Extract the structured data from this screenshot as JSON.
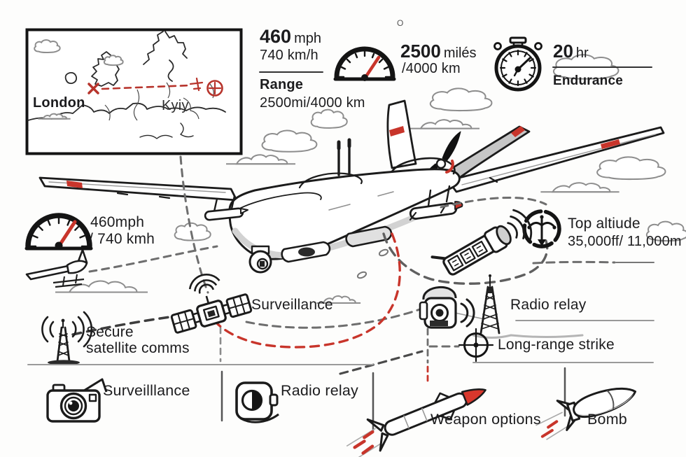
{
  "map": {
    "city_left": "London",
    "city_right": "Kyiy"
  },
  "stats": {
    "speed_top": {
      "value": "460",
      "unit": "mph",
      "alt": "740 km/h",
      "range_label": "Range",
      "range_value": "2500mi/4000 km"
    },
    "range_gauge": {
      "value": "2500",
      "unit": "milés",
      "alt": "/4000 km"
    },
    "endurance": {
      "value": "20",
      "unit": "hr",
      "label": "Endurance"
    },
    "speed_left": {
      "line1": "460mph",
      "line2": "/ 740 kmh"
    },
    "altitude": {
      "title": "Top altiude",
      "value": "35,000ff/ 11,000m"
    },
    "decor_o": "O"
  },
  "callouts": {
    "surveillance": "Surveillance",
    "radio_relay": "Radio relay",
    "secure_line1": "Secure",
    "secure_line2": "satellite comms",
    "long_range": "Long-range strike"
  },
  "legend": {
    "surveillance": "Surveilllance",
    "radio_relay": "Radio relay",
    "weapons": "Weapon options",
    "bomb": "Bomb"
  },
  "icons": {
    "speedometer": "speedometer-gauge",
    "stopwatch": "stopwatch",
    "drone_top": "drone-top-view",
    "satellite": "satellite",
    "radio_tower": "lattice-radio-tower",
    "comms_tower": "antenna-tower-waves",
    "camera_device": "sensor-camera",
    "crosshair": "crosshair-target",
    "camera": "photo-camera",
    "radio": "radio-handset",
    "missile": "cruise-missile",
    "bomb": "aerial-bomb"
  },
  "colors": {
    "ink": "#1c1c1e",
    "accent_red": "#c8352b",
    "dash_gray": "#6e6e6e",
    "shade_gray": "#d2d2d2"
  }
}
